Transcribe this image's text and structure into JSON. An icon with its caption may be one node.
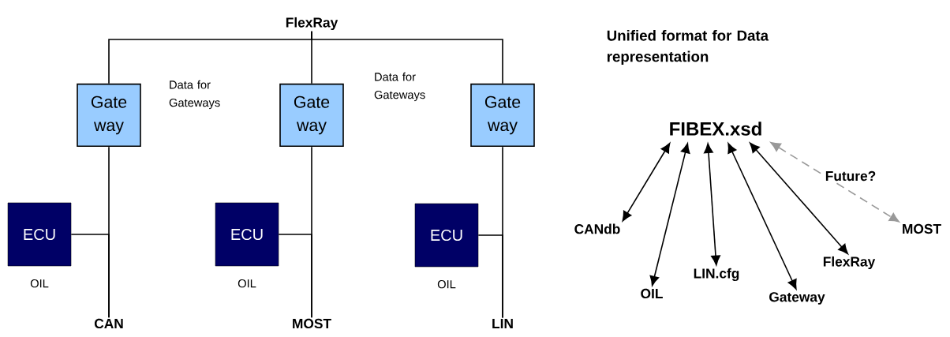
{
  "diagram": {
    "nodes": [
      {
        "text": [
          "FlexRay"
        ]
      },
      {
        "text": [
          "Gate way"
        ]
      },
      {
        "text": [
          "Gate way"
        ]
      },
      {
        "text": [
          "Gate way"
        ]
      },
      {
        "text": [
          "ECU"
        ],
        "beside": [
          "OIL"
        ]
      },
      {
        "text": [
          "ECU"
        ],
        "beside": [
          "OIL"
        ]
      },
      {
        "text": [
          "ECU"
        ],
        "beside": [
          "OIL"
        ]
      },
      {
        "text": [
          "CAN"
        ]
      },
      {
        "text": [
          "MOST"
        ]
      },
      {
        "text": [
          "LIN"
        ]
      },
      {
        "text": [
          "FIBEX.xsd"
        ]
      },
      {
        "text": [
          "CANdb"
        ]
      },
      {
        "text": [
          "OIL"
        ]
      },
      {
        "text": [
          "LIN.cfg"
        ]
      },
      {
        "text": [
          "Gateway"
        ]
      },
      {
        "text": [
          "FlexRay"
        ]
      },
      {
        "text": [
          "MOST"
        ]
      }
    ],
    "edges": [
      {
        "from": 0,
        "to": 1,
        "arrow": "none"
      },
      {
        "from": 0,
        "to": 2,
        "arrow": "none"
      },
      {
        "from": 0,
        "to": 3,
        "arrow": "none"
      },
      {
        "from": 1,
        "to": 7,
        "arrow": "none"
      },
      {
        "from": 4,
        "to": 7,
        "arrow": "none"
      },
      {
        "from": 2,
        "to": 8,
        "arrow": "none"
      },
      {
        "from": 5,
        "to": 8,
        "arrow": "none"
      },
      {
        "from": 3,
        "to": 9,
        "arrow": "none"
      },
      {
        "from": 6,
        "to": 9,
        "arrow": "none"
      },
      {
        "from": 10,
        "to": 11,
        "arrow": "both"
      },
      {
        "from": 10,
        "to": 12,
        "arrow": "both"
      },
      {
        "from": 10,
        "to": 13,
        "arrow": "both"
      },
      {
        "from": 10,
        "to": 14,
        "arrow": "both"
      },
      {
        "from": 10,
        "to": 15,
        "arrow": "both"
      },
      {
        "from": 10,
        "to": 16,
        "arrow": "both",
        "style": "dashed",
        "color": "#999999",
        "label": "Future?"
      }
    ],
    "labels": [
      "Data for Gateways",
      "Data for Gateways",
      "Unified format for Data representation"
    ]
  }
}
